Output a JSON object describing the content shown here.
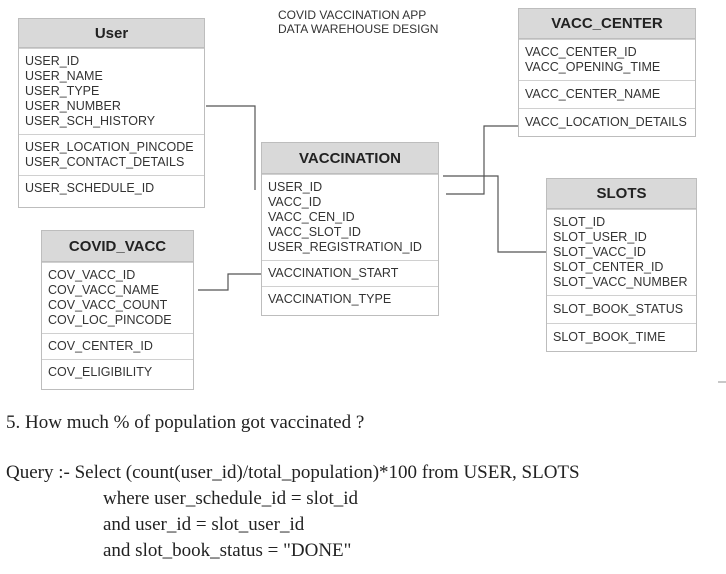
{
  "title": {
    "line1": "COVID VACCINATION APP",
    "line2": "DATA  WAREHOUSE DESIGN"
  },
  "entities": {
    "user": {
      "name": "User",
      "sections": [
        [
          "USER_ID",
          "USER_NAME",
          "USER_TYPE",
          "USER_NUMBER",
          "USER_SCH_HISTORY"
        ],
        [
          "USER_LOCATION_PINCODE",
          "USER_CONTACT_DETAILS"
        ],
        [
          "USER_SCHEDULE_ID"
        ]
      ]
    },
    "covid_vacc": {
      "name": "COVID_VACC",
      "sections": [
        [
          "COV_VACC_ID",
          "COV_VACC_NAME",
          "COV_VACC_COUNT",
          "COV_LOC_PINCODE"
        ],
        [
          "COV_CENTER_ID"
        ],
        [
          "COV_ELIGIBILITY"
        ]
      ]
    },
    "vaccination": {
      "name": "VACCINATION",
      "sections": [
        [
          "USER_ID",
          "VACC_ID",
          "VACC_CEN_ID",
          "VACC_SLOT_ID",
          "USER_REGISTRATION_ID"
        ],
        [
          "VACCINATION_START"
        ],
        [
          "VACCINATION_TYPE"
        ]
      ]
    },
    "vacc_center": {
      "name": "VACC_CENTER",
      "sections": [
        [
          "VACC_CENTER_ID",
          "VACC_OPENING_TIME"
        ],
        [
          "VACC_CENTER_NAME"
        ],
        [
          "VACC_LOCATION_DETAILS"
        ]
      ]
    },
    "slots": {
      "name": "SLOTS",
      "sections": [
        [
          "SLOT_ID",
          "SLOT_USER_ID",
          "SLOT_VACC_ID",
          "SLOT_CENTER_ID",
          "SLOT_VACC_NUMBER"
        ],
        [
          "SLOT_BOOK_STATUS"
        ],
        [
          "SLOT_BOOK_TIME"
        ]
      ]
    }
  },
  "query": {
    "question": "5. How much % of population got vaccinated ?",
    "line1": "Query :- Select (count(user_id)/total_population)*100 from USER, SLOTS",
    "line2": "where user_schedule_id = slot_id",
    "line3": "and user_id = slot_user_id",
    "line4": "and slot_book_status = \"DONE\""
  }
}
